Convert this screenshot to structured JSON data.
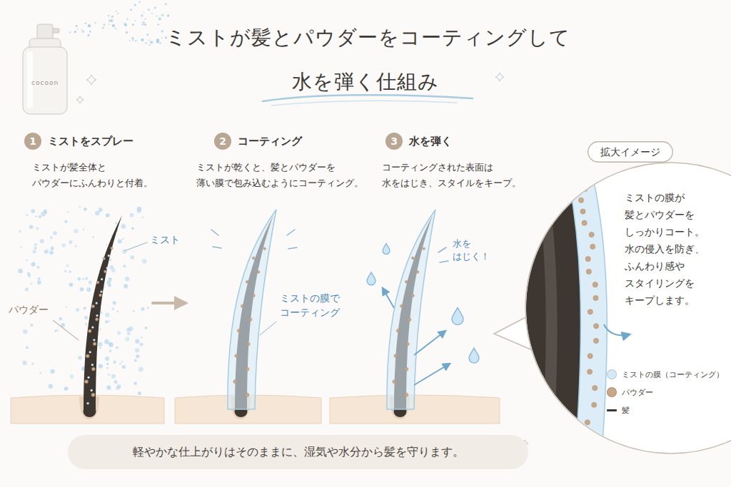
{
  "diagram": {
    "title": "ミストが髪とパウダーをコーティングして 水を弾く仕組み",
    "nodes": [
      {
        "text": [
          "1",
          "ミストをスプレー"
        ]
      },
      {
        "text": [
          "2",
          "コーティング"
        ]
      },
      {
        "text": [
          "3",
          "水を弾く"
        ]
      },
      {
        "text": [
          "拡大イメージ"
        ]
      },
      {
        "text": [
          "ミストの膜が 髪とパウダーを しっかりコート。 水の侵入を防ぎ、 ふんわり感や スタイリングを キープします。"
        ]
      },
      {
        "text": [
          "軽やかな仕上がりはそのままに、湿気や水分から髪を守ります。"
        ]
      }
    ],
    "labels": [
      "cocoon",
      "ミストが髪全体と パウダーにふんわりと付着。",
      "ミストが乾くと、髪とパウダーを 薄い膜で包み込むようにコーティング。",
      "コーティングされた表面は 水をはじき、スタイルをキープ。",
      "ミスト",
      "パウダー",
      "ミストの膜で コーティング",
      "水を はじく！"
    ],
    "legend": [
      {
        "text": "ミストの膜（コーティング）",
        "color": "#d6eaf6"
      },
      {
        "text": "パウダー",
        "color": "#c8a888"
      },
      {
        "text": "髪"
      }
    ]
  }
}
